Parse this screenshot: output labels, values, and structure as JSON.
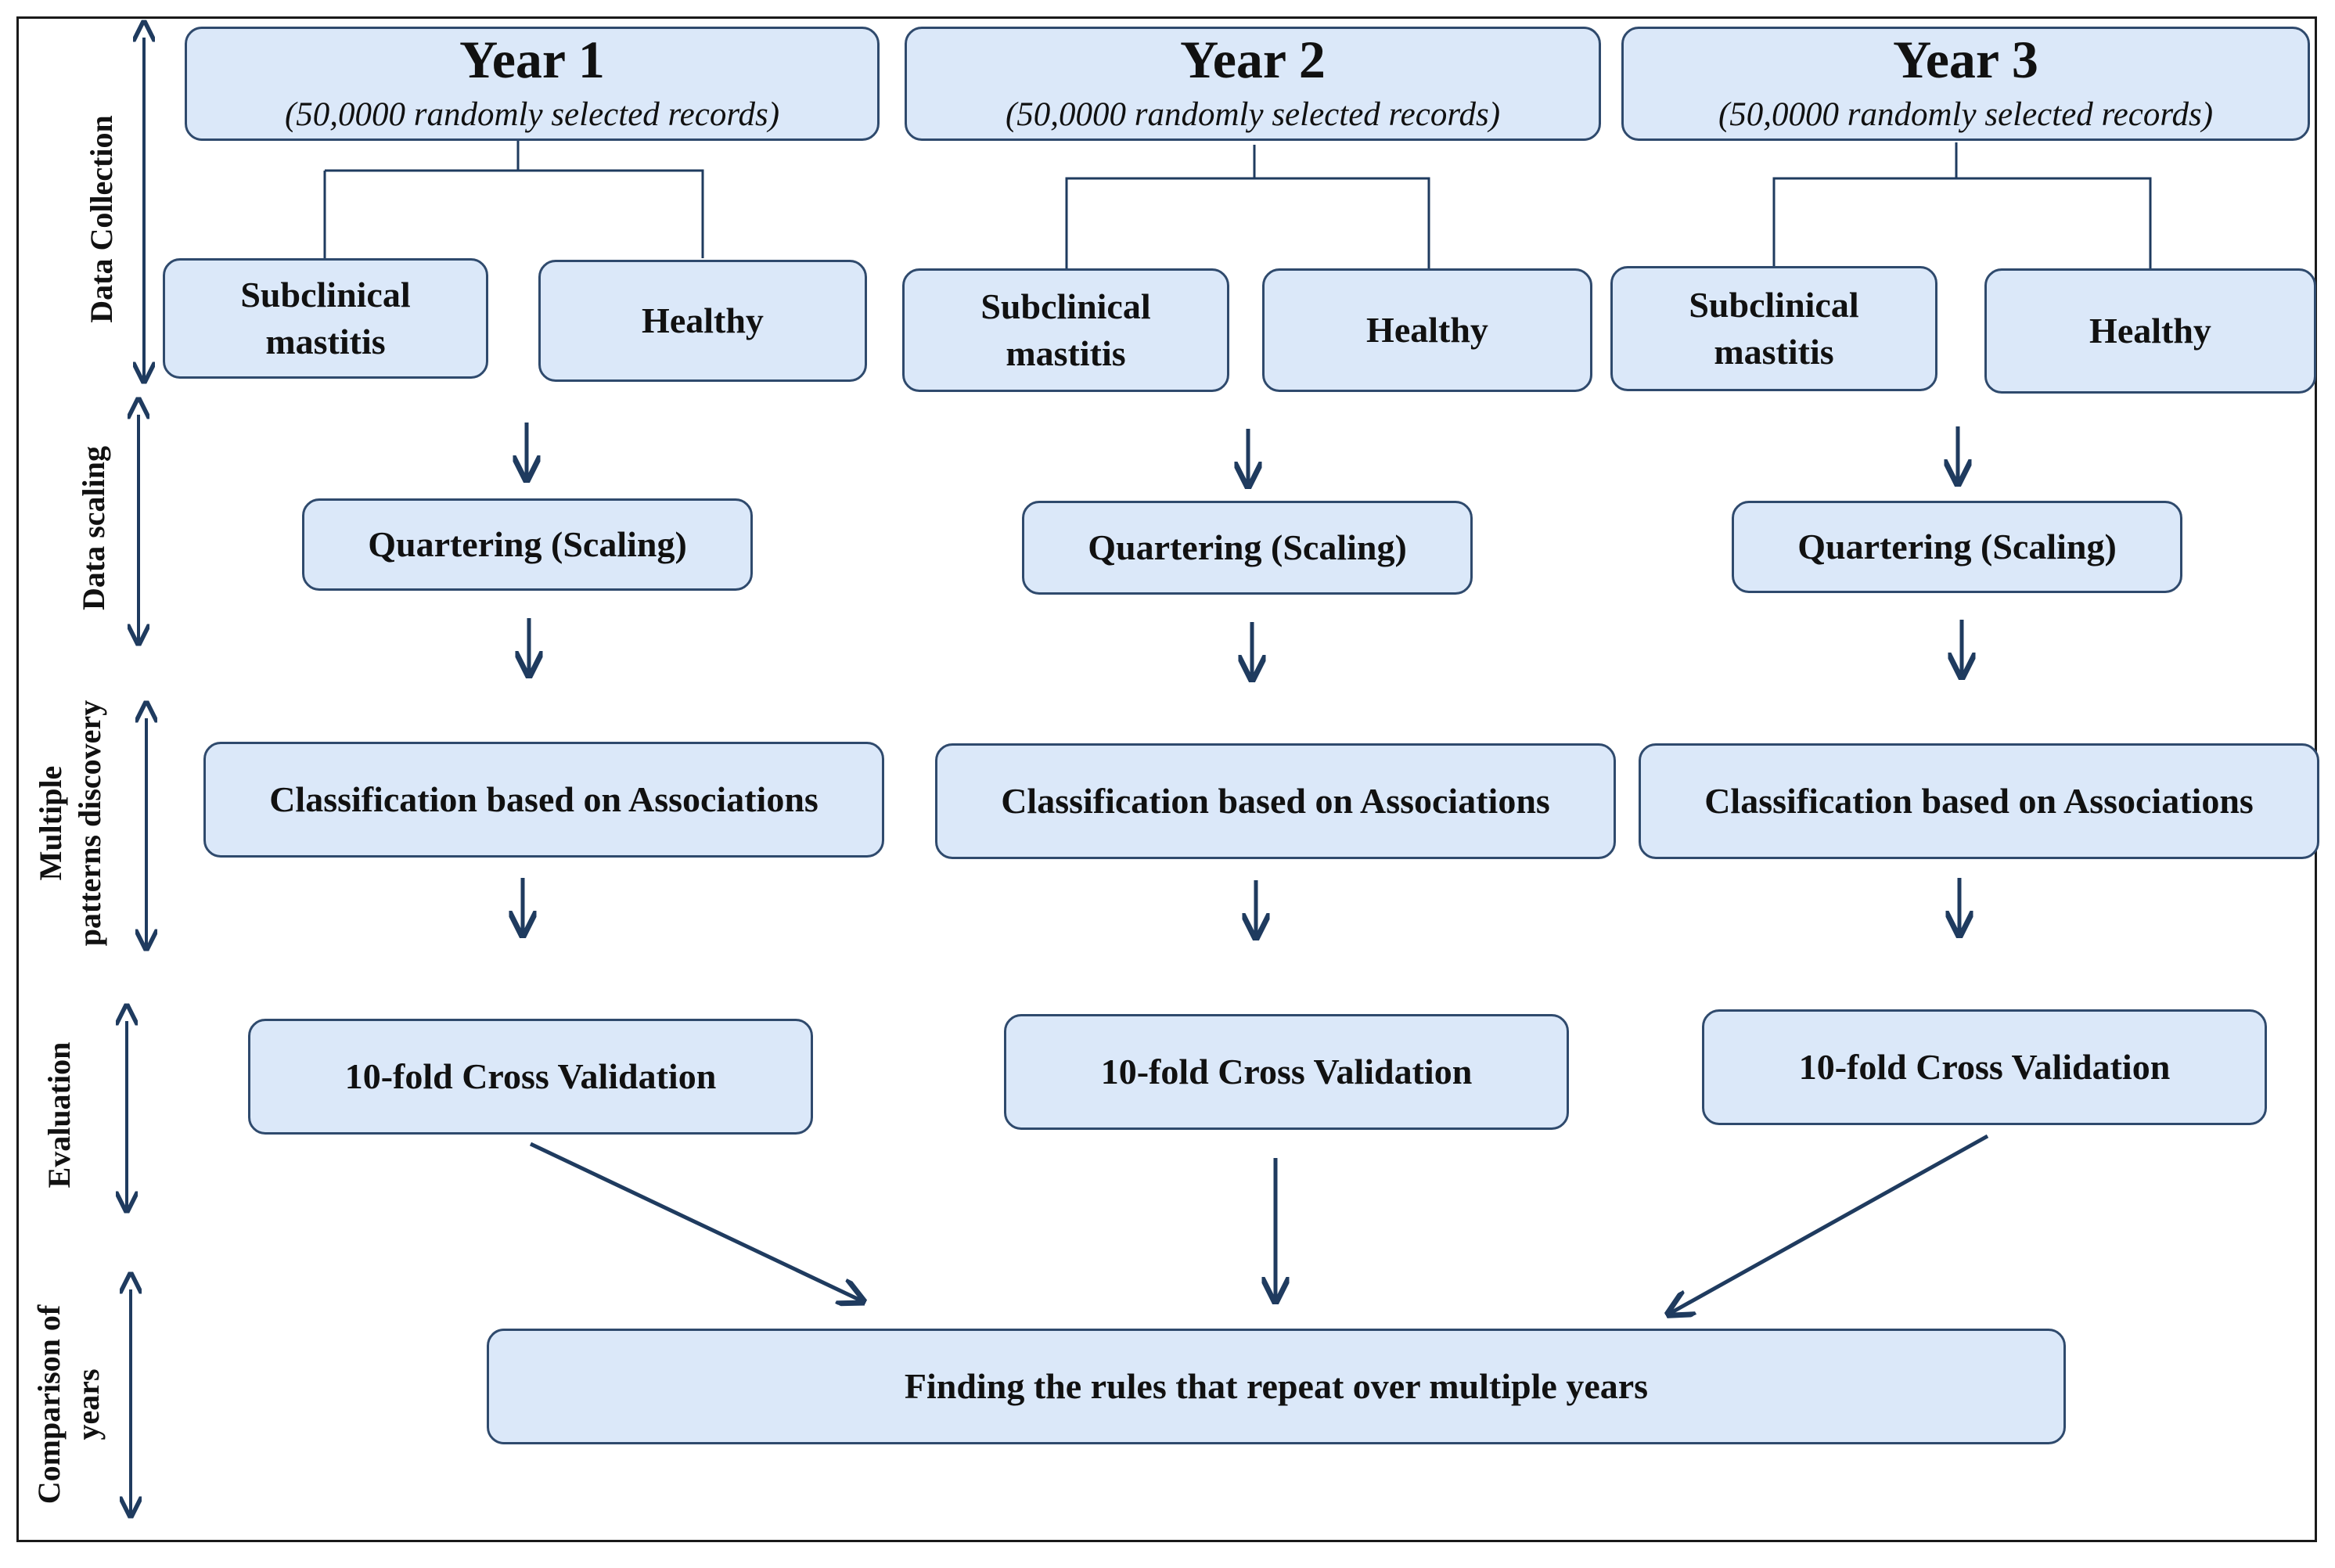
{
  "stages": [
    {
      "id": "data-collection",
      "label_lines": [
        "Data Collection"
      ]
    },
    {
      "id": "data-scaling",
      "label_lines": [
        "Data scaling"
      ]
    },
    {
      "id": "pattern-discovery",
      "label_lines": [
        "Multiple",
        "patterns discovery"
      ]
    },
    {
      "id": "evaluation",
      "label_lines": [
        "Evaluation"
      ]
    },
    {
      "id": "comparison",
      "label_lines": [
        "Comparison of",
        "years"
      ]
    }
  ],
  "years": [
    {
      "title": "Year 1",
      "subtitle": "(50,0000 randomly selected records)",
      "subclinical": "Subclinical mastitis",
      "healthy": "Healthy",
      "scaling": "Quartering (Scaling)",
      "classification": "Classification based on Associations",
      "evaluation": "10-fold Cross Validation"
    },
    {
      "title": "Year 2",
      "subtitle": "(50,0000 randomly selected records)",
      "subclinical": "Subclinical mastitis",
      "healthy": "Healthy",
      "scaling": "Quartering (Scaling)",
      "classification": "Classification based on Associations",
      "evaluation": "10-fold Cross Validation"
    },
    {
      "title": "Year 3",
      "subtitle": "(50,0000 randomly selected records)",
      "subclinical": "Subclinical mastitis",
      "healthy": "Healthy",
      "scaling": "Quartering (Scaling)",
      "classification": "Classification based on Associations",
      "evaluation": "10-fold Cross Validation"
    }
  ],
  "final": {
    "label": "Finding the rules that repeat over multiple years"
  },
  "colors": {
    "box_fill": "#dbe8f9",
    "box_border": "#2f4a6d",
    "arrow": "#1f3b5f",
    "frame": "#1a1a1a"
  }
}
